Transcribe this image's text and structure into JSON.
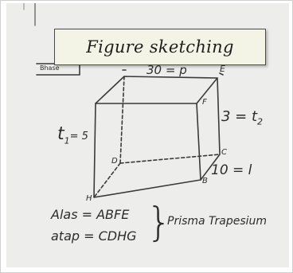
{
  "title": "Figure sketching",
  "board": {
    "corner_tag": "Bhase",
    "dimension_top": "30 = p",
    "dimension_right": "3 = t",
    "dimension_right_sub": "2",
    "dimension_left": "t",
    "dimension_left_sub": "1",
    "dimension_left_value": "= 5",
    "dimension_bottom": "10 = l",
    "vertex_E": "E",
    "vertex_F": "F",
    "vertex_D": "D",
    "vertex_C": "C",
    "vertex_B": "B",
    "vertex_H": "H",
    "note_line1": "Alas = ABFE",
    "note_line2": "atap = CDHG",
    "note_brace": "}",
    "note_label": "Prisma Trapesium"
  }
}
